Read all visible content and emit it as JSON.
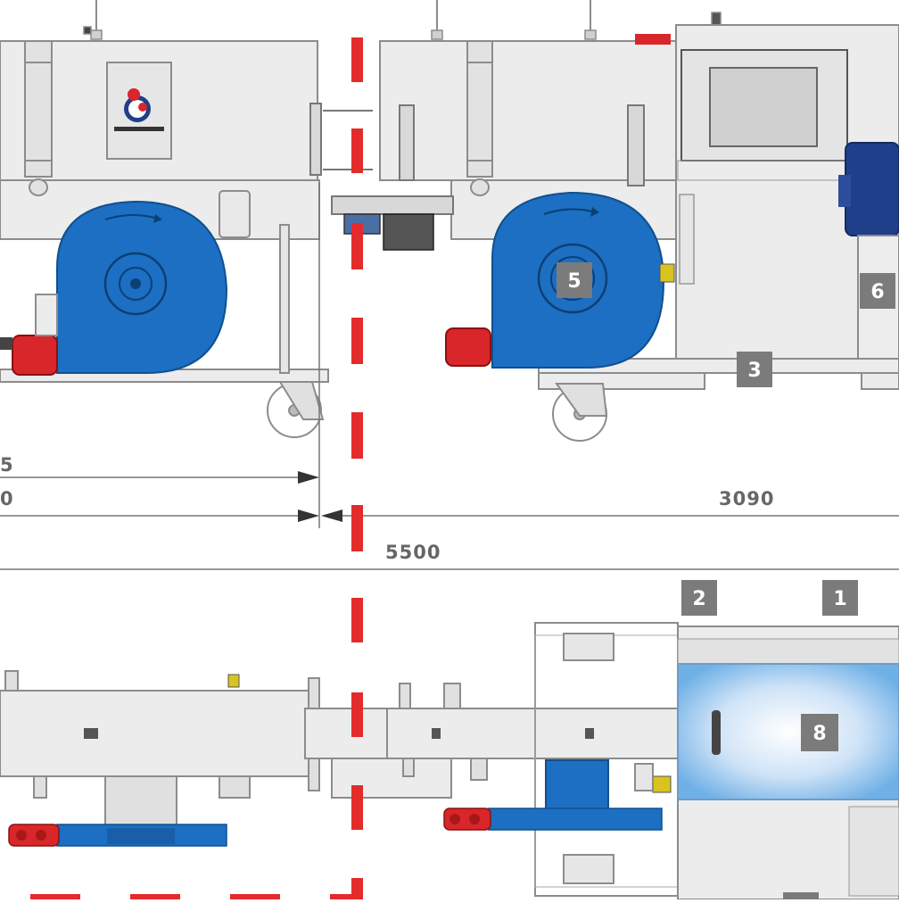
{
  "dimensions": {
    "partial_upper": "5",
    "partial_lower": "0",
    "right_section": "3090",
    "total": "5500"
  },
  "badges": {
    "b1": "1",
    "b2": "2",
    "b3": "3",
    "b5": "5",
    "b6": "6",
    "b8": "8"
  },
  "colors": {
    "machine_body": "#ececec",
    "outline": "#8c8c8c",
    "fan_blue": "#1c6fc2",
    "nozzle_red": "#d9262a",
    "dash_red": "#e32b2b",
    "motor_navy": "#1f3f8a",
    "badge_gray": "#7b7b7b",
    "dimension_text": "#666666"
  },
  "icons": {
    "logo": "company-logo-icon"
  }
}
